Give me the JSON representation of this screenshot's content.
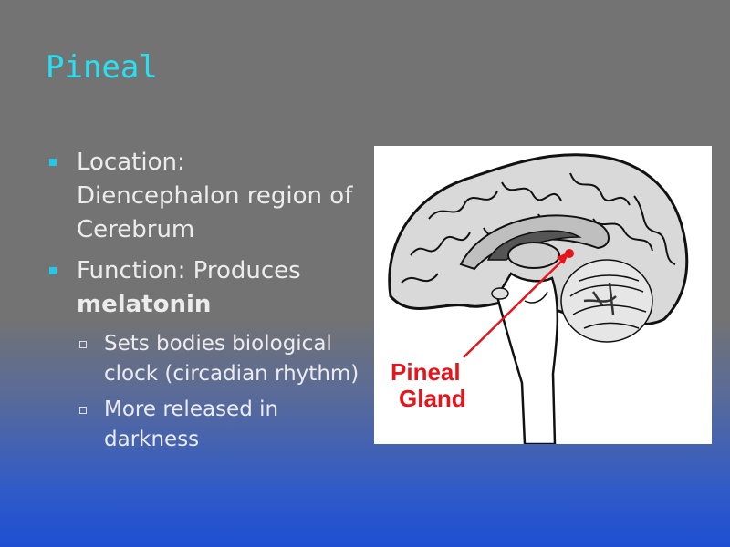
{
  "slide": {
    "title": "Pineal",
    "bullets": [
      {
        "label": "Location:",
        "text": "Diencephalon region of Cerebrum"
      },
      {
        "label": "Function: Produces",
        "text": "melatonin"
      }
    ],
    "sub_bullets": [
      "Sets bodies biological clock (circadian rhythm)",
      "More released in darkness"
    ]
  },
  "figure": {
    "label_line1": "Pineal",
    "label_line2": "Gland",
    "label_color": "#e8141c",
    "arrow_color": "#e8141c"
  },
  "theme": {
    "title_color": "#27e0f2",
    "bullet_color": "#27c6e6",
    "text_color": "#ececec"
  }
}
